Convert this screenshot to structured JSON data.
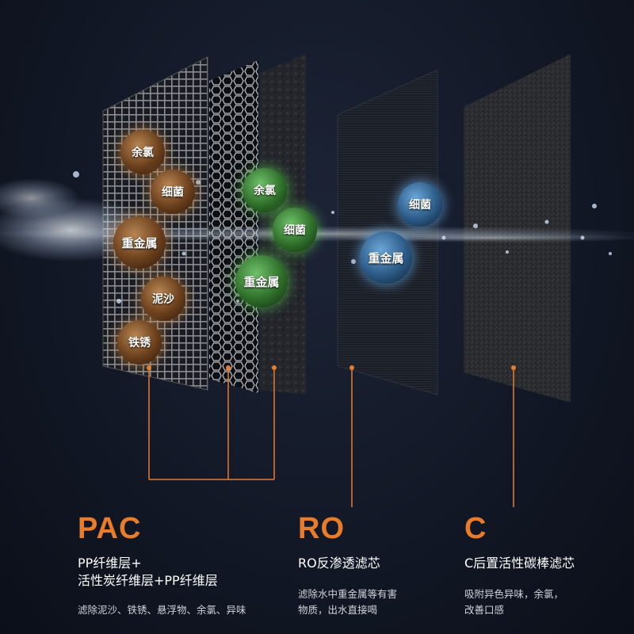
{
  "contaminants": {
    "pac_bubbles": [
      "余氯",
      "细菌",
      "重金属",
      "泥沙",
      "铁锈"
    ],
    "carbon_bubbles": [
      "余氯",
      "细菌",
      "重金属"
    ],
    "ro_bubbles": [
      "细菌",
      "重金属"
    ]
  },
  "layers": [
    {
      "name": "PAC",
      "title": "PP纤维层+",
      "title2": "活性炭纤维层+PP纤维层",
      "desc": "滤除泥沙、铁锈、悬浮物、余氯、异味"
    },
    {
      "name": "RO",
      "title": "RO反渗透滤芯",
      "desc": "滤除水中重金属等有害",
      "desc2": "物质，出水直接喝"
    },
    {
      "name": "C",
      "title": "C后置活性碳棒滤芯",
      "desc": "吸附异色异味，余氯，",
      "desc2": "改善口感"
    }
  ],
  "colors": {
    "accent": "#e87c2d",
    "background": "#121826",
    "bubble_brown": "#8a5a30",
    "bubble_green": "#3a8a34",
    "bubble_blue": "#3a78b0"
  }
}
